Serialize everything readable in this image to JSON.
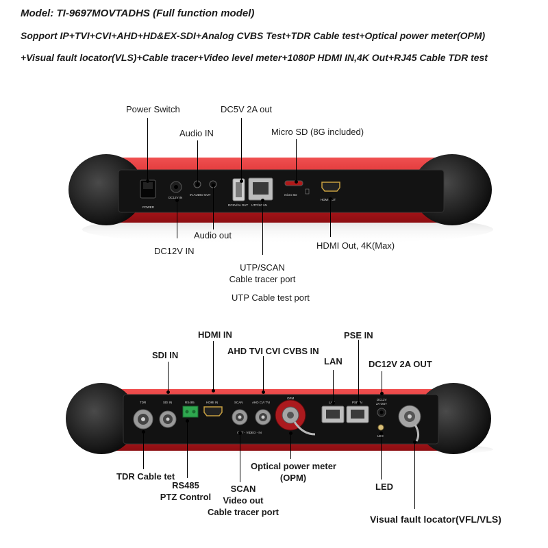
{
  "header": {
    "model": "Model: TI-9697MOVTADHS  (Full function model)",
    "line1": "Sopport IP+TVI+CVI+AHD+HD&EX-SDI+Analog CVBS Test+TDR Cable test+Optical power meter(OPM)",
    "line2": "+Visual fault locator(VLS)+Cable tracer+Video level meter+1080P HDMI IN,4K Out+RJ45 Cable TDR test"
  },
  "top_labels": {
    "power_switch": "Power Switch",
    "audio_in": "Audio IN",
    "dc5v": "DC5V 2A out",
    "microsd": "Micro SD (8G included)",
    "dc12v_in": "DC12V IN",
    "audio_out": "Audio out",
    "utp_line1": "UTP/SCAN",
    "utp_line2": "Cable tracer port",
    "utp_cable": "UTP Cable test port",
    "hdmi_out": "HDMI Out, 4K(Max)"
  },
  "top_panel_print": {
    "power": "POWER",
    "dc12v": "DC12V IN",
    "audio": "IN  AUDIO  OUT",
    "usb": "DC5V/2A OUT",
    "utp": "UTP/SCAN",
    "sd": "micro SD",
    "hdmi": "HDMI OUT"
  },
  "bottom_labels": {
    "hdmi_in": "HDMI IN",
    "sdi_in": "SDI IN",
    "ahd": "AHD TVI CVI CVBS IN",
    "lan": "LAN",
    "pse_in": "PSE IN",
    "dc12v_out": "DC12V 2A OUT",
    "tdr": "TDR Cable tet",
    "rs485_1": "RS485",
    "rs485_2": "PTZ Control",
    "scan_1": "SCAN",
    "scan_2": "Video out",
    "scan_3": "Cable tracer port",
    "opm_1": "Optical power meter",
    "opm_2": "(OPM)",
    "led": "LED",
    "vfl": "Visual fault locator(VFL/VLS)"
  },
  "bottom_panel_print": {
    "tdr": "TDR",
    "sdi": "SDI IN",
    "rs485": "RS485",
    "hdmi": "HDMI IN",
    "scan": "SCAN",
    "ahd": "AHD  CVI  TVI",
    "out_video_in": "OUT - VIDEO - IN",
    "opm": "OPM",
    "lan": "LAN",
    "pse": "PSE IN",
    "dc12v_1": "DC12V",
    "dc12v_2": "2A OUT",
    "led": "LED"
  }
}
